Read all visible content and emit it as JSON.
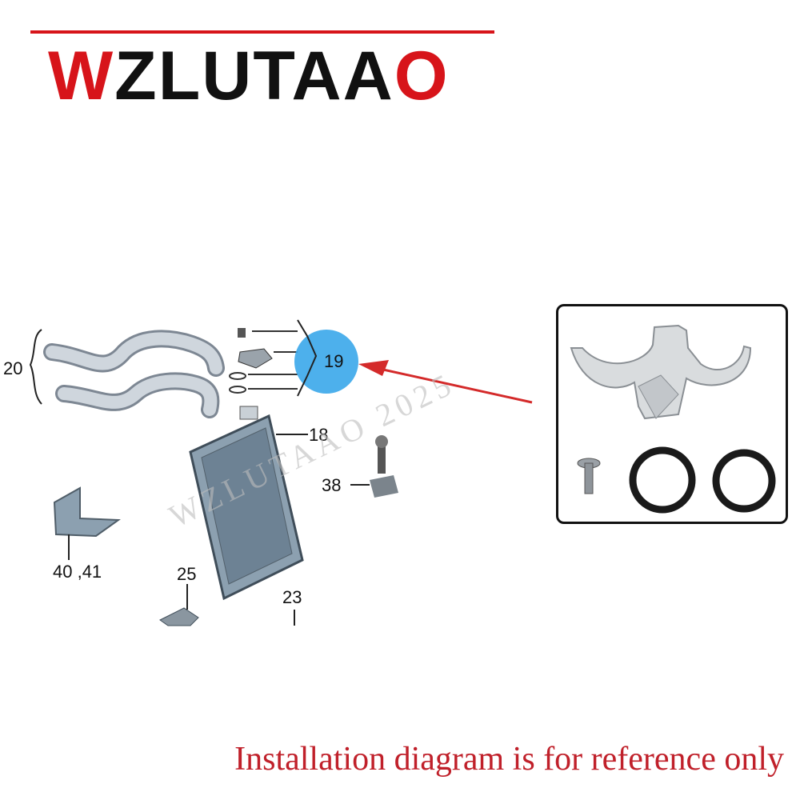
{
  "brand": {
    "first_letter": "W",
    "middle": "ZLUTAA",
    "last_letter": "O",
    "accent_color": "#d7141a"
  },
  "labels": {
    "hoses": "20",
    "bracket_group": "19",
    "heater_core": "18",
    "clip": "38",
    "cover": "40 ,41",
    "seal": "25",
    "screw": "23"
  },
  "watermark": "WZLUTAAO 2025",
  "caption": "Installation diagram is for reference only",
  "colors": {
    "highlight": "#3aa7ea",
    "arrow": "#d42a2a",
    "caption": "#c0202a",
    "part_gray": "#d8d8d8"
  }
}
